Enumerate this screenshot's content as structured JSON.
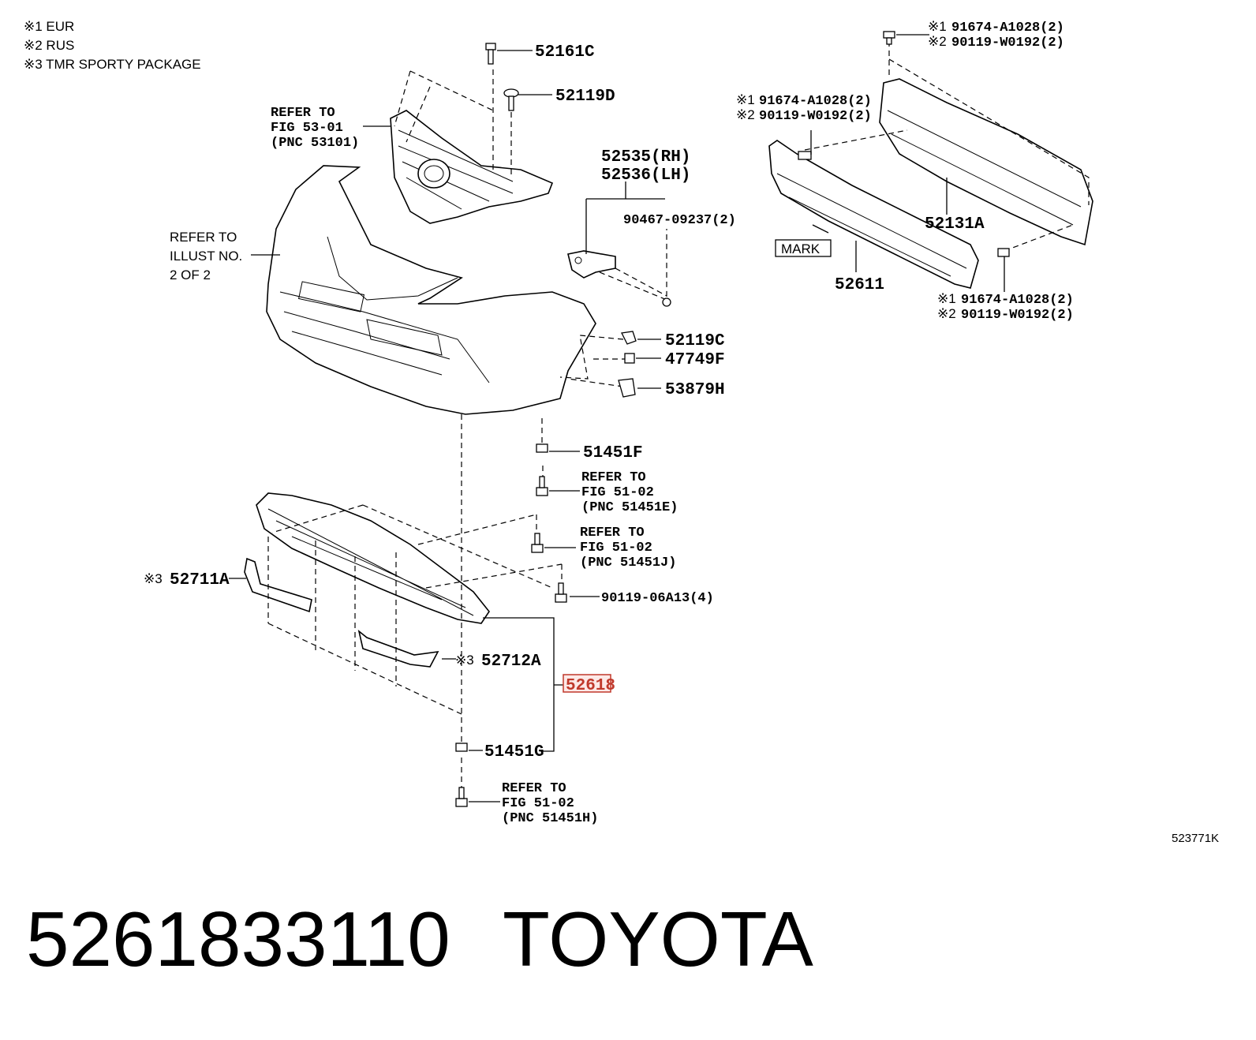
{
  "notes": [
    "※1 EUR",
    "※2 RUS",
    "※3 TMR SPORTY PACKAGE"
  ],
  "illustration_number": "523771K",
  "footer": {
    "part_number": "5261833110",
    "brand": "TOYOTA"
  },
  "highlight_color": "#c0392b",
  "labels": {
    "p52161C": "52161C",
    "p52119D": "52119D",
    "ref_grille": [
      "REFER TO",
      "FIG 53-01",
      "(PNC 53101)"
    ],
    "p52535": "52535(RH)",
    "p52536": "52536(LH)",
    "p90467": "90467-09237(2)",
    "ref_illust": [
      "REFER TO",
      "ILLUST NO.",
      "2 OF 2"
    ],
    "p52119C": "52119C",
    "p47749F": "47749F",
    "p53879H": "53879H",
    "p51451F": "51451F",
    "ref_51451E": [
      "REFER TO",
      "FIG 51-02",
      "(PNC 51451E)"
    ],
    "ref_51451J": [
      "REFER TO",
      "FIG 51-02",
      "(PNC 51451J)"
    ],
    "p90119_06A13": "90119-06A13(4)",
    "p52711A_mark": "※3",
    "p52711A": "52711A",
    "p52712A_mark": "※3",
    "p52712A": "52712A",
    "p52618": "52618",
    "p51451G": "51451G",
    "ref_51451H": [
      "REFER TO",
      "FIG 51-02",
      "(PNC 51451H)"
    ],
    "top_right_1": [
      "※1",
      "91674-A1028(2)"
    ],
    "top_right_2": [
      "※2",
      "90119-W0192(2)"
    ],
    "mid_left_1": [
      "※1",
      "91674-A1028(2)"
    ],
    "mid_left_2": [
      "※2",
      "90119-W0192(2)"
    ],
    "p52131A": "52131A",
    "mark": "MARK",
    "p52611": "52611",
    "bottom_right_1": [
      "※1",
      "91674-A1028(2)"
    ],
    "bottom_right_2": [
      "※2",
      "90119-W0192(2)"
    ]
  }
}
